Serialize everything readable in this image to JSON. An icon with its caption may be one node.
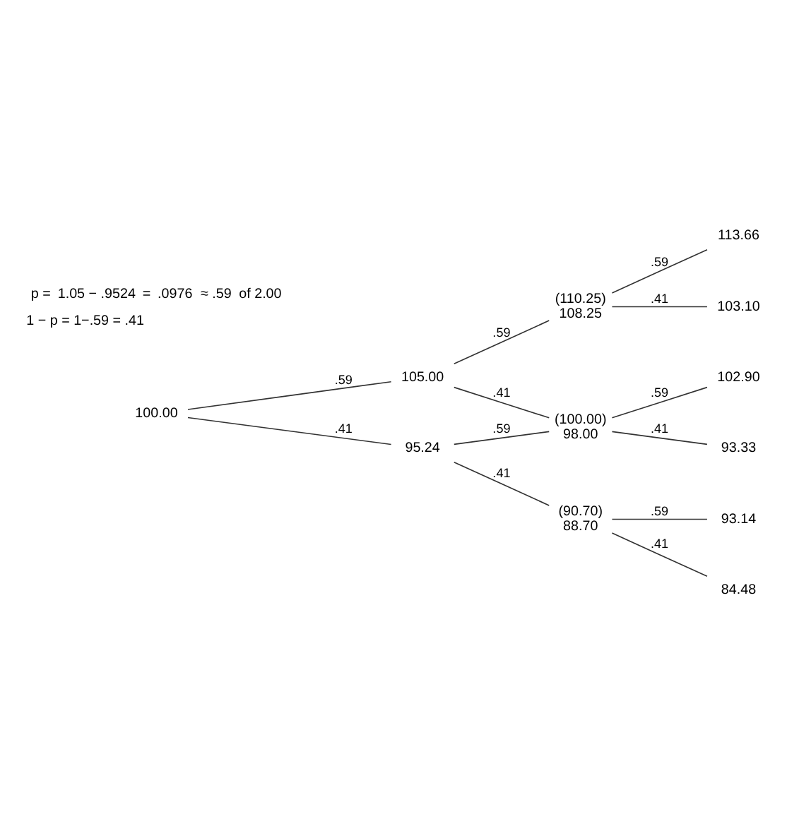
{
  "diagram": {
    "nodes": [
      {
        "text": [
          "100.00"
        ]
      },
      {
        "text": [
          "105.00"
        ]
      },
      {
        "text": [
          "95.24"
        ]
      },
      {
        "text": [
          "(110.25)",
          "108.25"
        ]
      },
      {
        "text": [
          "(100.00)",
          "98.00"
        ]
      },
      {
        "text": [
          "(90.70)",
          "88.70"
        ]
      },
      {
        "text": [
          "113.66"
        ]
      },
      {
        "text": [
          "103.10"
        ]
      },
      {
        "text": [
          "102.90"
        ]
      },
      {
        "text": [
          "93.33"
        ]
      },
      {
        "text": [
          "93.14"
        ]
      },
      {
        "text": [
          "84.48"
        ]
      }
    ],
    "edges": [
      {
        "from": 0,
        "to": 1,
        "arrow": "none",
        "label": ".59"
      },
      {
        "from": 0,
        "to": 2,
        "arrow": "none",
        "label": ".41"
      },
      {
        "from": 1,
        "to": 3,
        "arrow": "none",
        "label": ".59"
      },
      {
        "from": 1,
        "to": 4,
        "arrow": "none",
        "label": ".41"
      },
      {
        "from": 2,
        "to": 4,
        "arrow": "none",
        "label": ".59"
      },
      {
        "from": 2,
        "to": 5,
        "arrow": "none",
        "label": ".41"
      },
      {
        "from": 3,
        "to": 6,
        "arrow": "none",
        "label": ".59"
      },
      {
        "from": 3,
        "to": 7,
        "arrow": "none",
        "label": ".41"
      },
      {
        "from": 4,
        "to": 8,
        "arrow": "none",
        "label": ".59"
      },
      {
        "from": 4,
        "to": 9,
        "arrow": "none",
        "label": ".41"
      },
      {
        "from": 5,
        "to": 10,
        "arrow": "none",
        "label": ".59"
      },
      {
        "from": 5,
        "to": 11,
        "arrow": "none",
        "label": ".41"
      }
    ],
    "labels": [
      "p =",
      "1.05 − .9524",
      "=",
      ".0976",
      "≈ .59",
      "of 2.00",
      "1 − p = 1−.59 = .41"
    ]
  }
}
